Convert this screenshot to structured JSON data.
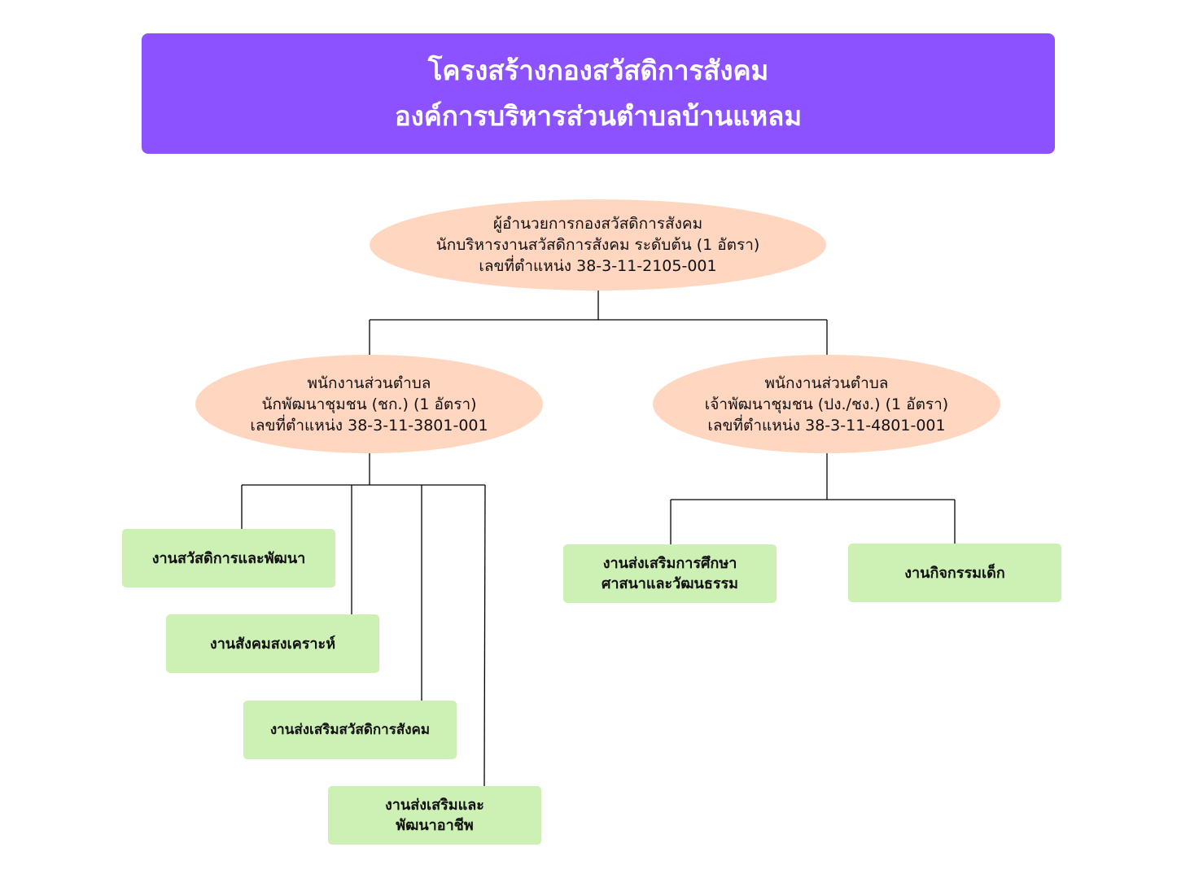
{
  "header": {
    "title_line1": "โครงสร้างกองสวัสดิการสังคม",
    "title_line2": "องค์การบริหารส่วนตำบลบ้านแหลม"
  },
  "director": {
    "line1": "ผู้อำนวยการกองสวัสดิการสังคม",
    "line2": "นักบริหารงานสวัสดิการสังคม ระดับต้น (1 อัตรา)",
    "line3": "เลขที่ตำแหน่ง 38-3-11-2105-001"
  },
  "staff_left": {
    "line1": "พนักงานส่วนตำบล",
    "line2": "นักพัฒนาชุมชน (ชก.) (1 อัตรา)",
    "line3": "เลขที่ตำแหน่ง 38-3-11-3801-001"
  },
  "staff_right": {
    "line1": "พนักงานส่วนตำบล",
    "line2": "เจ้าพัฒนาชุมชน (ปง./ชง.) (1 อัตรา)",
    "line3": "เลขที่ตำแหน่ง 38-3-11-4801-001"
  },
  "units_left": [
    {
      "line1": "งานสวัสดิการและพัฒนา",
      "line2": ""
    },
    {
      "line1": "งานสังคมสงเคราะห์",
      "line2": ""
    },
    {
      "line1": "งานส่งเสริมสวัสดิการสังคม",
      "line2": ""
    },
    {
      "line1": "งานส่งเสริมและ",
      "line2": "พัฒนาอาชีพ"
    }
  ],
  "units_right": [
    {
      "line1": "งานส่งเสริมการศึกษา",
      "line2": "ศาสนาและวัฒนธรรม"
    },
    {
      "line1": "งานกิจกรรมเด็ก",
      "line2": ""
    }
  ],
  "colors": {
    "header_bg": "#8c52ff",
    "ellipse_fill": "#ffd6c0",
    "box_fill": "#cdf0b4",
    "connector": "#000000"
  }
}
